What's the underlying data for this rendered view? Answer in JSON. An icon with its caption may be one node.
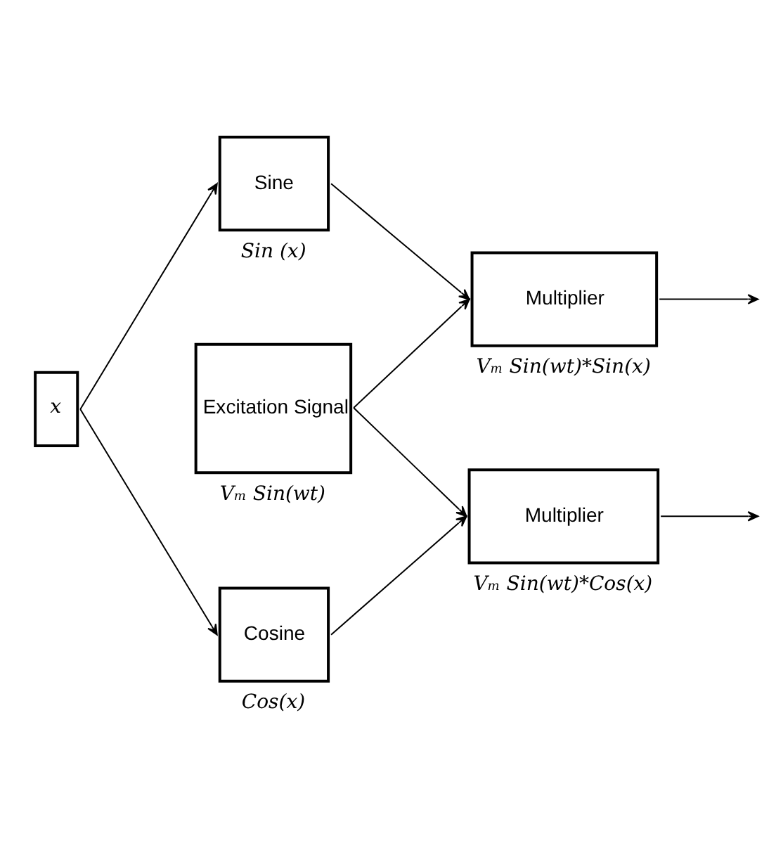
{
  "diagram": {
    "nodes": [
      {
        "text": [
          "Excitation Signal"
        ],
        "beside": [
          "V$_{m}$ Sin(wt)"
        ]
      },
      {
        "text": [
          "Sine"
        ],
        "beside": [
          "Sin (x)"
        ]
      },
      {
        "text": [
          "Multiplier"
        ],
        "beside": [
          "V$_{m}$ Sin(wt)*Sin(x)"
        ]
      },
      {
        "text": [
          "x"
        ]
      },
      {
        "text": [
          "Cosine"
        ],
        "beside": [
          "Cos(x)"
        ]
      },
      {
        "text": [
          "Multiplier"
        ],
        "beside": [
          "V$_{m}$ Sin(wt)*Cos(x)"
        ]
      }
    ],
    "edges": [
      {
        "from": 0,
        "to": 2,
        "arrow": "to"
      },
      {
        "from": 0,
        "to": 5,
        "arrow": "to"
      },
      {
        "from": 3,
        "to": 1,
        "arrow": "to"
      },
      {
        "from": 3,
        "to": 4,
        "arrow": "to"
      },
      {
        "from": 1,
        "to": 2,
        "arrow": "to"
      },
      {
        "from": 4,
        "to": 5,
        "arrow": "to"
      },
      {
        "from": 2,
        "to": null,
        "arrow": "to"
      },
      {
        "from": 5,
        "to": null,
        "arrow": "to"
      }
    ]
  }
}
